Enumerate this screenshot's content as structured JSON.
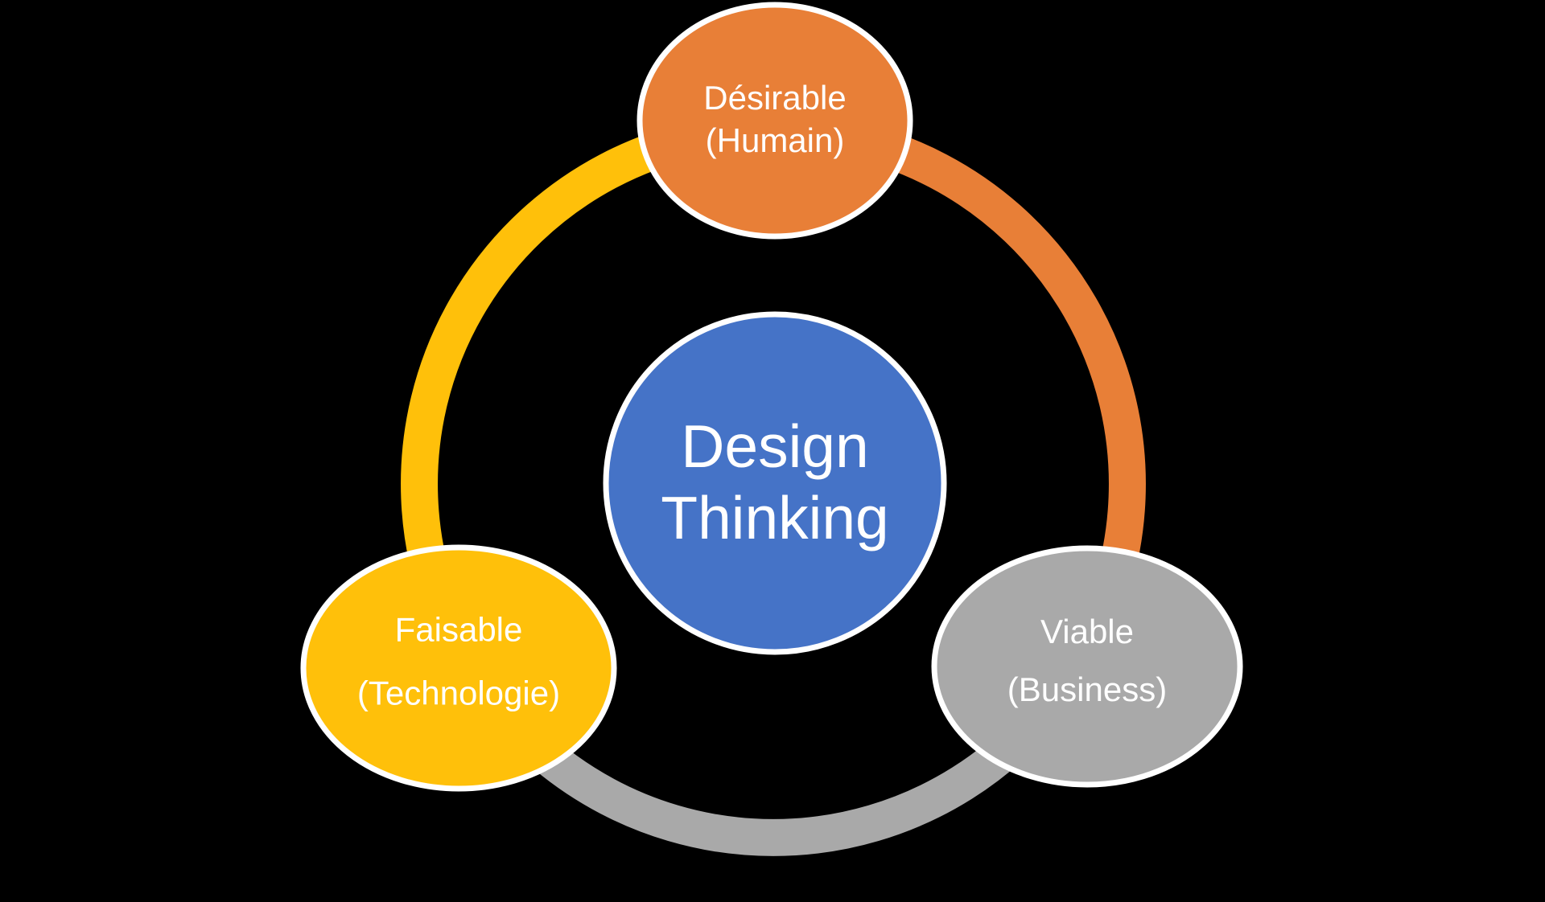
{
  "background_color": "#000000",
  "diagram": {
    "title": "Design Thinking cycle diagram",
    "text_color": "#FFFFFF",
    "border_color": "#FFFFFF",
    "center": {
      "line1": "Design",
      "line2": "Thinking",
      "fill": "#4573C7"
    },
    "nodes": {
      "desirable": {
        "line1": "Désirable",
        "line2": "(Humain)",
        "fill": "#E87F37",
        "position": "top"
      },
      "faisable": {
        "line1": "Faisable",
        "line2": "(Technologie)",
        "fill": "#FFC00A",
        "position": "bottom-left"
      },
      "viable": {
        "line1": "Viable",
        "line2": "(Business)",
        "fill": "#A9A9A9",
        "position": "bottom-right"
      }
    },
    "ring": {
      "left_segment_color": "#FFC00A",
      "right_segment_color": "#E87F37",
      "bottom_segment_color": "#A9A9A9"
    }
  }
}
